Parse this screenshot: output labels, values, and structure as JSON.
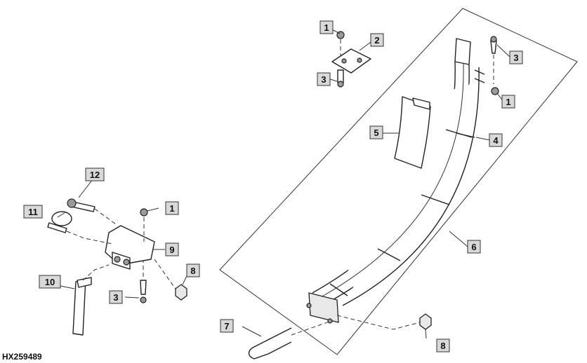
{
  "figure_id": "HX259489",
  "callouts": [
    {
      "key": "c1a",
      "label": "1"
    },
    {
      "key": "c2",
      "label": "2"
    },
    {
      "key": "c3a",
      "label": "3"
    },
    {
      "key": "c3b",
      "label": "3"
    },
    {
      "key": "c1b",
      "label": "1"
    },
    {
      "key": "c4",
      "label": "4"
    },
    {
      "key": "c5",
      "label": "5"
    },
    {
      "key": "c6",
      "label": "6"
    },
    {
      "key": "c12",
      "label": "12"
    },
    {
      "key": "c11",
      "label": "11"
    },
    {
      "key": "c1c",
      "label": "1"
    },
    {
      "key": "c9",
      "label": "9"
    },
    {
      "key": "c8a",
      "label": "8"
    },
    {
      "key": "c10",
      "label": "10"
    },
    {
      "key": "c3c",
      "label": "3"
    },
    {
      "key": "c7",
      "label": "7"
    },
    {
      "key": "c8b",
      "label": "8"
    }
  ]
}
